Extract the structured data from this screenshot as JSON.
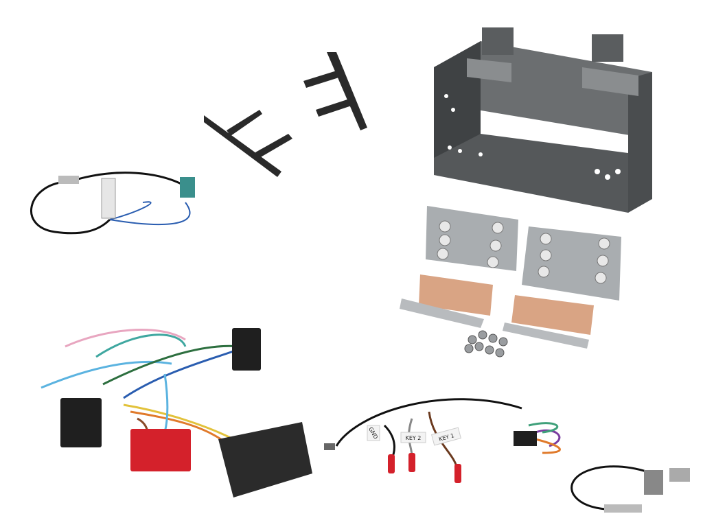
{
  "labels": {
    "gnd": "GND",
    "key2": "KEY 2",
    "key1": "KEY 1"
  },
  "colors": {
    "background": "#ffffff",
    "cage_metal": "#4a4d4f",
    "bracket_metal": "#a9adb0",
    "copper_clip": "#d9a484",
    "red_connector": "#d4212b",
    "fakra_teal": "#3a8f8c",
    "interface_box": "#2b2b2b"
  }
}
